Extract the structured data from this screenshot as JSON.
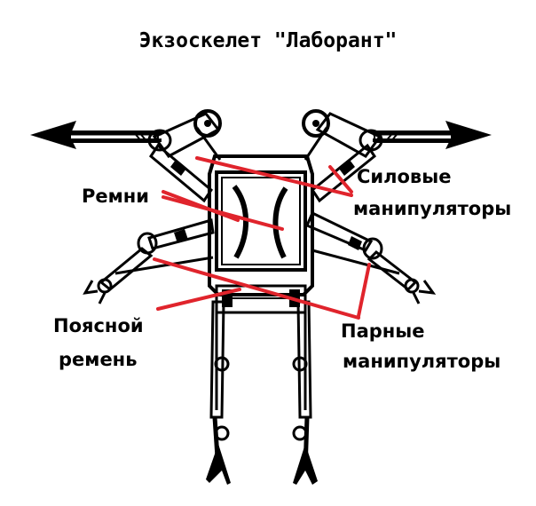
{
  "title": "Экзоскелет \"Лаборант\"",
  "labels": {
    "straps": "Ремни",
    "power_manipulators_1": "Силовые",
    "power_manipulators_2": "манипуляторы",
    "waist_belt_1": "Поясной",
    "waist_belt_2": "ремень",
    "paired_manipulators_1": "Парные",
    "paired_manipulators_2": "манипуляторы"
  },
  "colors": {
    "ink": "#000000",
    "callout": "#e0242c",
    "background": "#ffffff"
  }
}
